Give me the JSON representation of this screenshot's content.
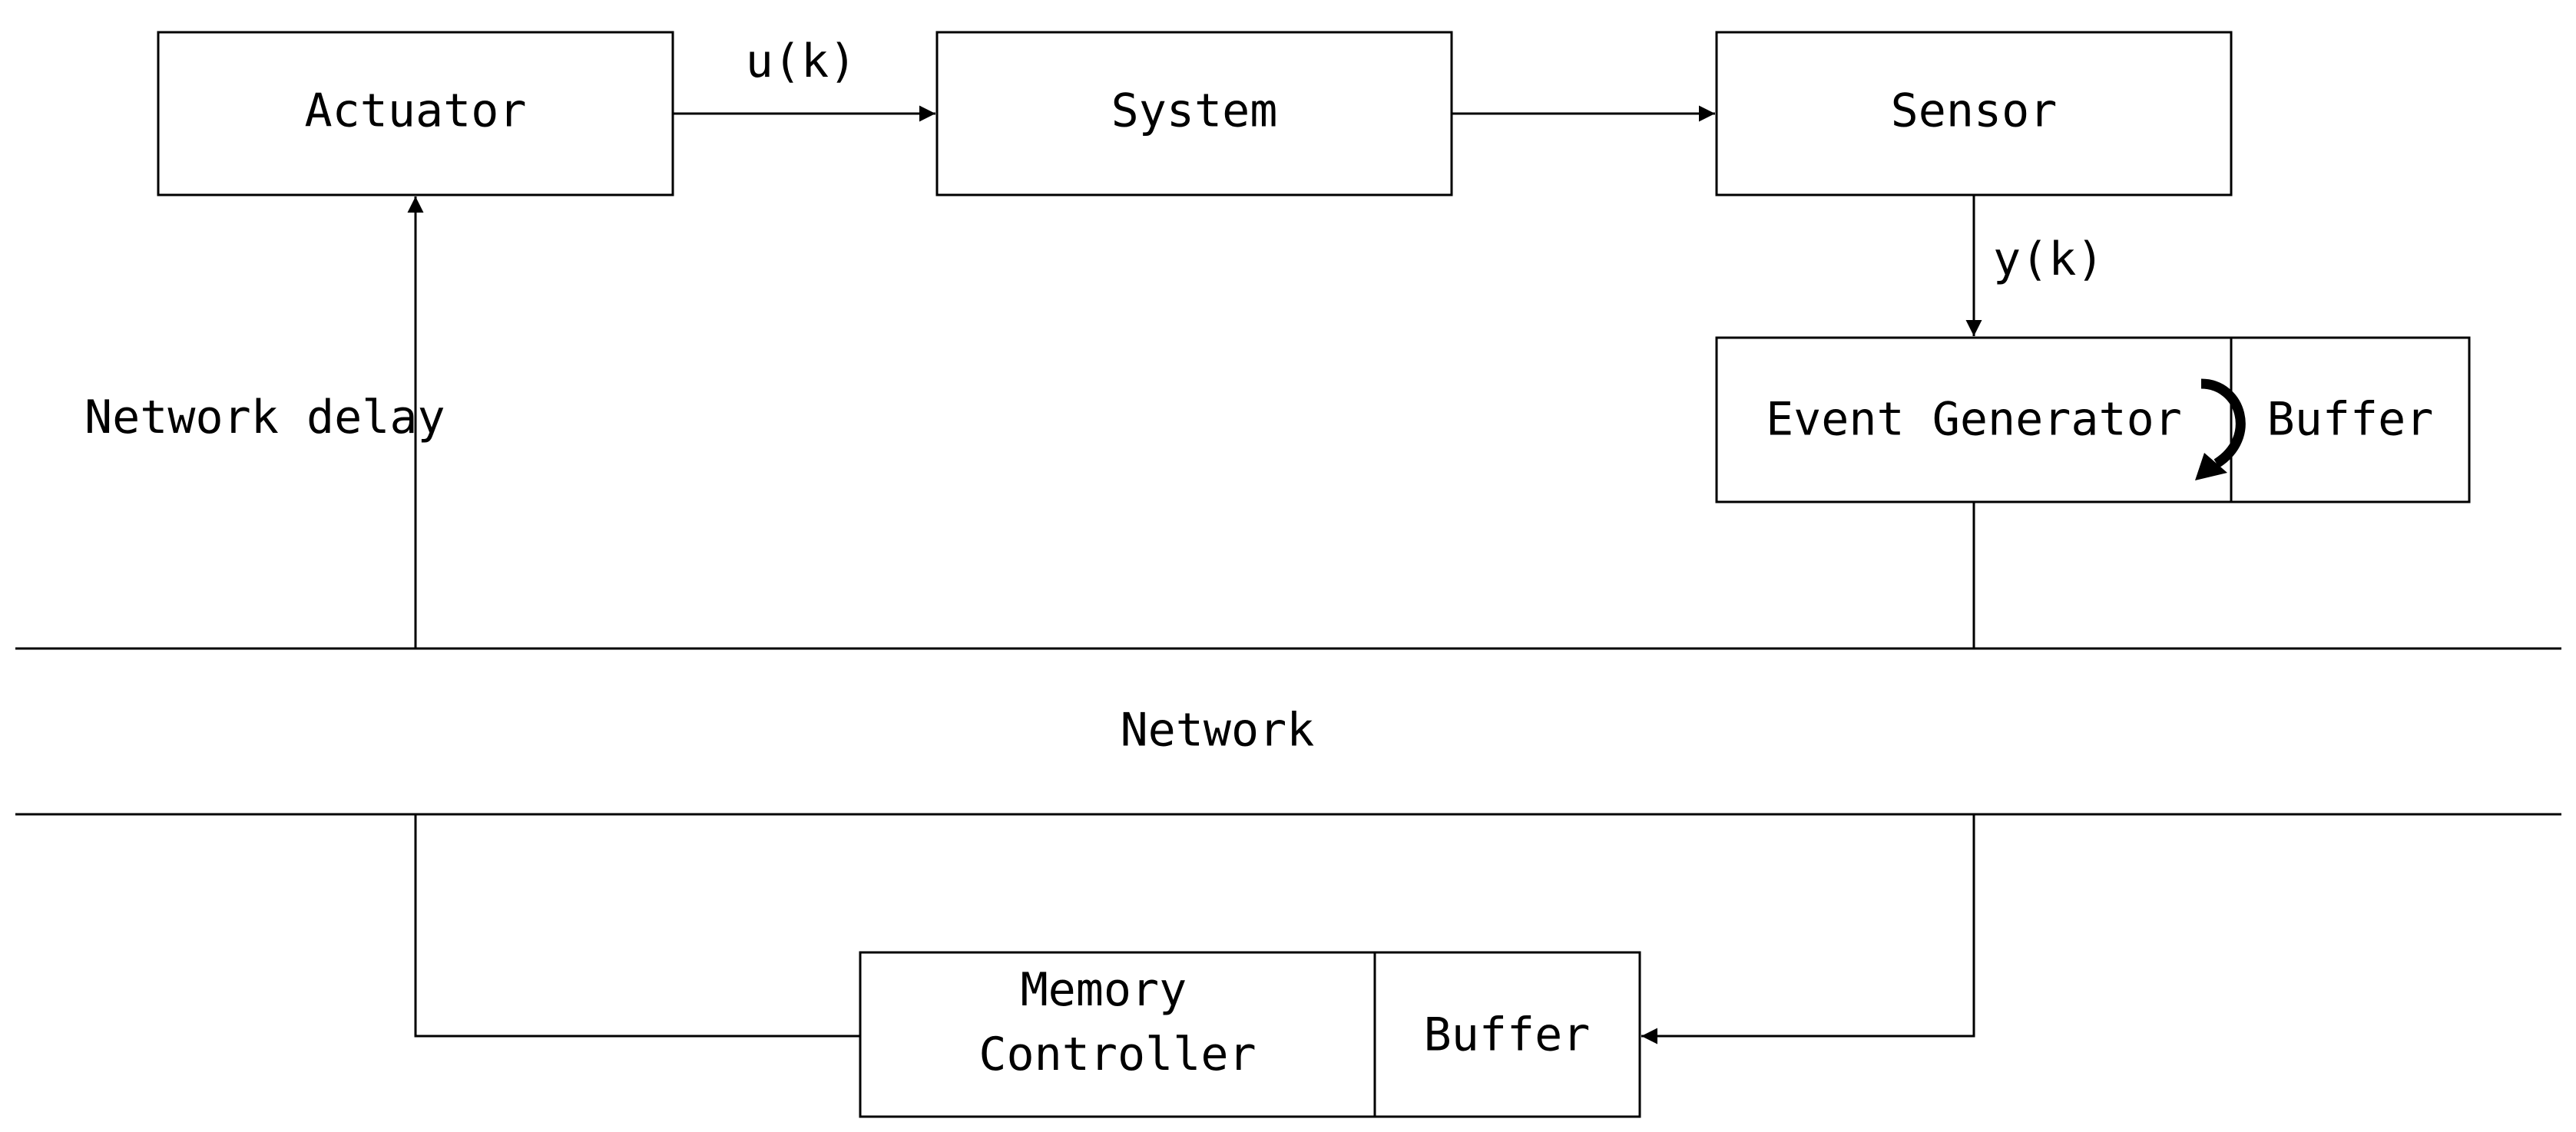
{
  "blocks": {
    "actuator": "Actuator",
    "system": "System",
    "sensor": "Sensor",
    "event_generator": "Event Generator",
    "sensor_buffer": "Buffer",
    "memory_controller_line1": "Memory",
    "memory_controller_line2": "Controller",
    "controller_buffer": "Buffer"
  },
  "signals": {
    "control_input": "u(k)",
    "measured_output": "y(k)",
    "network_delay": "Network delay"
  },
  "network": {
    "label": "Network"
  },
  "icons": {
    "buffer_exchange": "curved-arrow-icon"
  },
  "colors": {
    "line": "#000000",
    "background": "#ffffff"
  }
}
